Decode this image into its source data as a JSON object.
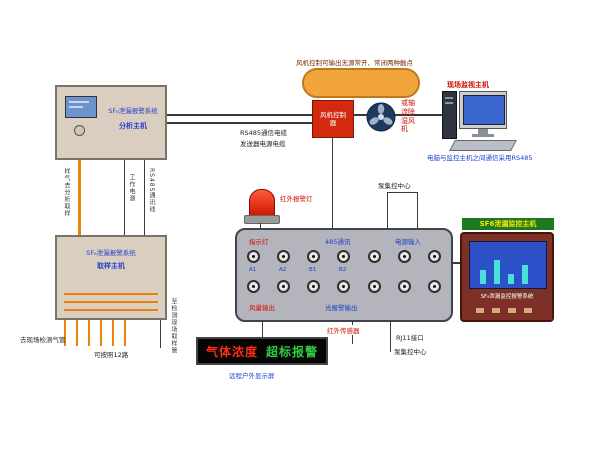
{
  "analysis_host": {
    "system": "SF₆泄漏报警系统",
    "name": "分析主机"
  },
  "sampling_host": {
    "system": "SF₆泄漏报警系统",
    "name": "取样主机"
  },
  "riser_labels": {
    "sample_gas": "样气去分析取样",
    "work_power": "工作电源",
    "rs485": "RS485通讯线"
  },
  "field_labels": {
    "to_field_pipe": "去现场检测气管",
    "routes": "可按照12路",
    "to_sampling": "至检测现场取样管"
  },
  "cables": {
    "rs485": "RS485通信电缆",
    "transmitter_power": "发送器电源电缆"
  },
  "callout_note": "风机控制可输出无源常开、常闭两种触点",
  "fan_controller_label": "风机控制器",
  "fan_label": "或轴流除湿风机",
  "pc": {
    "title": "现场监视主机",
    "note": "电脑与监控主机之间通信采用RS485"
  },
  "beacon_label": "红外报警灯",
  "pump_center": {
    "top": "泵集控中心",
    "bottom": "泵集控中心"
  },
  "board": {
    "indicator": "指示灯",
    "comm485": "485通讯",
    "power_in": "电源输入",
    "fan_out": "风量输出",
    "light_out": "光报警输出",
    "terminals": [
      "A1",
      "A2",
      "B1",
      "B2"
    ],
    "ir_sensor": "红外传感器"
  },
  "rj11_label": "RJ11接口",
  "monitoring_host": {
    "title": "SF6泄漏监控主机",
    "caption": "SF₆泄漏监控报警系统"
  },
  "led_display": {
    "text_left": "气体浓度",
    "text_right": "超标报警",
    "caption": "远程户外显示屏"
  },
  "colors": {
    "accent_orange": "#e8820c",
    "alarm_red": "#d2290f",
    "label_blue": "#1a3fd0",
    "label_red": "#cc1100"
  }
}
